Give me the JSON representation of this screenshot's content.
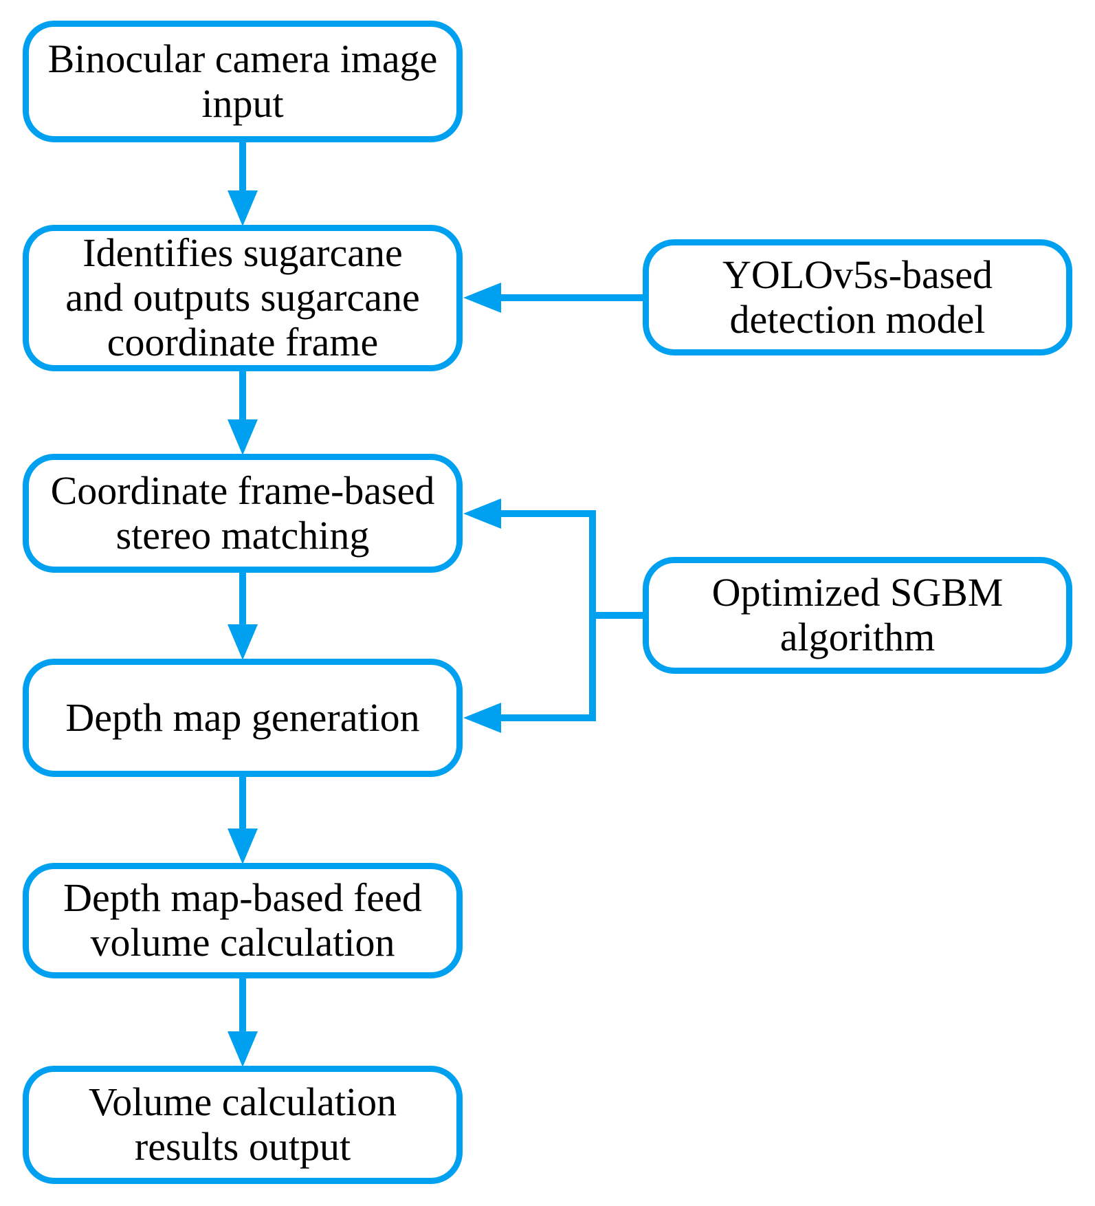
{
  "diagram": {
    "type": "flowchart",
    "colors": {
      "accent": "#00A0F0",
      "text": "#000000",
      "background": "#FFFFFF"
    },
    "nodes": {
      "binocular_input": {
        "label": "Binocular camera image\ninput"
      },
      "identify_sugarcane": {
        "label": "Identifies sugarcane\nand outputs sugarcane\ncoordinate frame"
      },
      "yolo_model": {
        "label": "YOLOv5s-based\ndetection model"
      },
      "stereo_matching": {
        "label": "Coordinate frame-based\nstereo matching"
      },
      "sgbm_algorithm": {
        "label": "Optimized SGBM\nalgorithm"
      },
      "depth_map": {
        "label": "Depth map generation"
      },
      "feed_volume": {
        "label": "Depth map-based feed\nvolume calculation"
      },
      "results_output": {
        "label": "Volume calculation\nresults output"
      }
    },
    "edges": [
      {
        "from": "binocular_input",
        "to": "identify_sugarcane"
      },
      {
        "from": "yolo_model",
        "to": "identify_sugarcane"
      },
      {
        "from": "identify_sugarcane",
        "to": "stereo_matching"
      },
      {
        "from": "sgbm_algorithm",
        "to": "stereo_matching"
      },
      {
        "from": "stereo_matching",
        "to": "depth_map"
      },
      {
        "from": "sgbm_algorithm",
        "to": "depth_map"
      },
      {
        "from": "depth_map",
        "to": "feed_volume"
      },
      {
        "from": "feed_volume",
        "to": "results_output"
      }
    ]
  }
}
